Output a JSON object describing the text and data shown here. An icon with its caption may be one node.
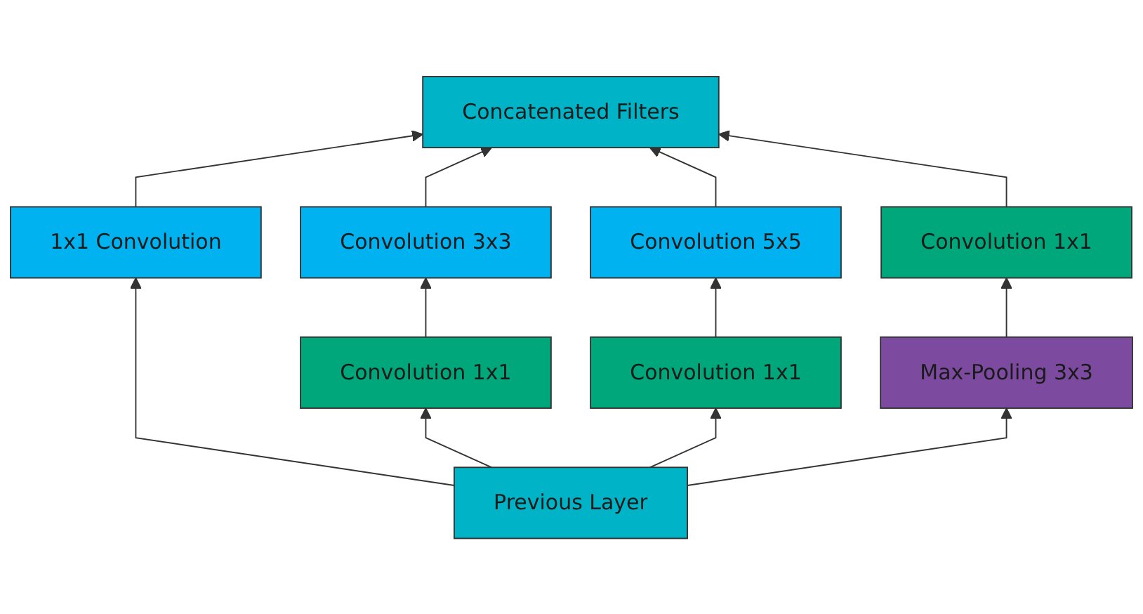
{
  "diagram": {
    "nodes": [
      {
        "text": [
          "Concatenated Filters"
        ]
      },
      {
        "text": [
          "1x1 Convolution"
        ]
      },
      {
        "text": [
          "Convolution 3x3"
        ]
      },
      {
        "text": [
          "Convolution 5x5"
        ]
      },
      {
        "text": [
          "Convolution 1x1"
        ]
      },
      {
        "text": [
          "Convolution 1x1"
        ]
      },
      {
        "text": [
          "Convolution 1x1"
        ]
      },
      {
        "text": [
          "Max-Pooling 3x3"
        ]
      },
      {
        "text": [
          "Previous Layer"
        ]
      }
    ],
    "edges": [
      {
        "from": 8,
        "to": 1,
        "arrow": "to"
      },
      {
        "from": 8,
        "to": 5,
        "arrow": "to"
      },
      {
        "from": 8,
        "to": 6,
        "arrow": "to"
      },
      {
        "from": 8,
        "to": 7,
        "arrow": "to"
      },
      {
        "from": 5,
        "to": 2,
        "arrow": "to"
      },
      {
        "from": 6,
        "to": 3,
        "arrow": "to"
      },
      {
        "from": 7,
        "to": 4,
        "arrow": "to"
      },
      {
        "from": 1,
        "to": 0,
        "arrow": "to"
      },
      {
        "from": 2,
        "to": 0,
        "arrow": "to"
      },
      {
        "from": 3,
        "to": 0,
        "arrow": "to"
      },
      {
        "from": 4,
        "to": 0,
        "arrow": "to"
      }
    ]
  }
}
